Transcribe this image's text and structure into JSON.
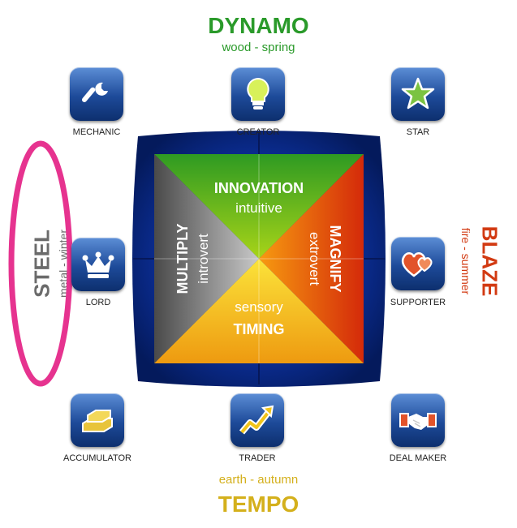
{
  "elements": {
    "dynamo": {
      "title": "DYNAMO",
      "subtitle": "wood - spring"
    },
    "tempo": {
      "title": "TEMPO",
      "subtitle": "earth - autumn"
    },
    "steel": {
      "title": "STEEL",
      "subtitle": "metal - winter"
    },
    "blaze": {
      "title": "BLAZE",
      "subtitle": "fire - summer"
    }
  },
  "profiles": [
    {
      "label": "MECHANIC",
      "icon": "wrench-icon"
    },
    {
      "label": "CREATOR",
      "icon": "lightbulb-icon"
    },
    {
      "label": "STAR",
      "icon": "star-icon"
    },
    {
      "label": "LORD",
      "icon": "crown-icon"
    },
    {
      "label": "SUPPORTER",
      "icon": "heart-icon"
    },
    {
      "label": "ACCUMULATOR",
      "icon": "gold-bars-icon"
    },
    {
      "label": "TRADER",
      "icon": "rising-arrow-icon"
    },
    {
      "label": "DEAL MAKER",
      "icon": "handshake-icon"
    }
  ],
  "quadrants": {
    "top": {
      "title": "INNOVATION",
      "subtitle": "intuitive",
      "color": "#3fa52a"
    },
    "right": {
      "title": "MAGNIFY",
      "subtitle": "extrovert",
      "color": "#e3560f"
    },
    "bottom": {
      "title": "TIMING",
      "subtitle": "sensory",
      "color": "#f2c41a"
    },
    "left": {
      "title": "MULTIPLY",
      "subtitle": "introvert",
      "color": "#6a6a6a"
    }
  },
  "highlight": {
    "color": "#e6338f"
  }
}
